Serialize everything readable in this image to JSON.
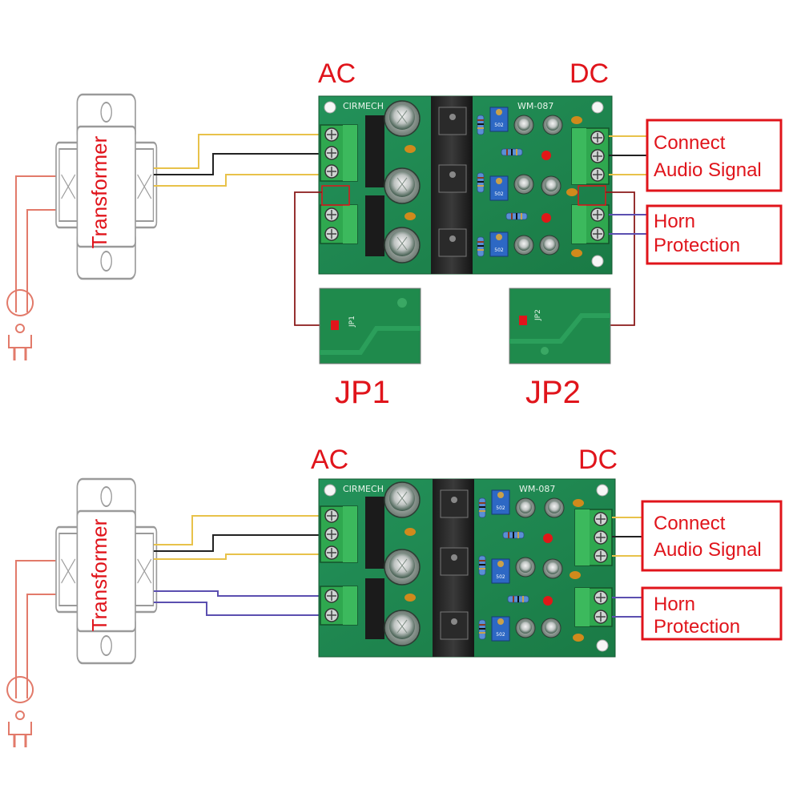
{
  "colors": {
    "accent_red": "#e0141b",
    "pcb_green": "#1f8a4c",
    "terminal_green": "#2fa84f",
    "wire_yellow": "#e8c24a",
    "wire_black": "#222222",
    "wire_purple": "#5b4fb0",
    "wire_dark_red": "#8b1a1a",
    "outline_gray": "#9a9a9a"
  },
  "top": {
    "ac_label": "AC",
    "dc_label": "DC",
    "transformer_label": "Transformer",
    "board": {
      "brand": "CIRMECH",
      "model": "WM-087"
    },
    "box_connect": [
      "Connect",
      "Audio Signal"
    ],
    "box_horn": [
      "Horn",
      "Protection"
    ],
    "jp1": {
      "caption": "JP1",
      "silk": "JP1"
    },
    "jp2": {
      "caption": "JP2",
      "silk": "JP2"
    }
  },
  "bottom": {
    "ac_label": "AC",
    "dc_label": "DC",
    "transformer_label": "Transformer",
    "board": {
      "brand": "CIRMECH",
      "model": "WM-087"
    },
    "box_connect": [
      "Connect",
      "Audio Signal"
    ],
    "box_horn": [
      "Horn",
      "Protection"
    ]
  },
  "icons": [
    "plug-icon",
    "transformer-icon"
  ]
}
